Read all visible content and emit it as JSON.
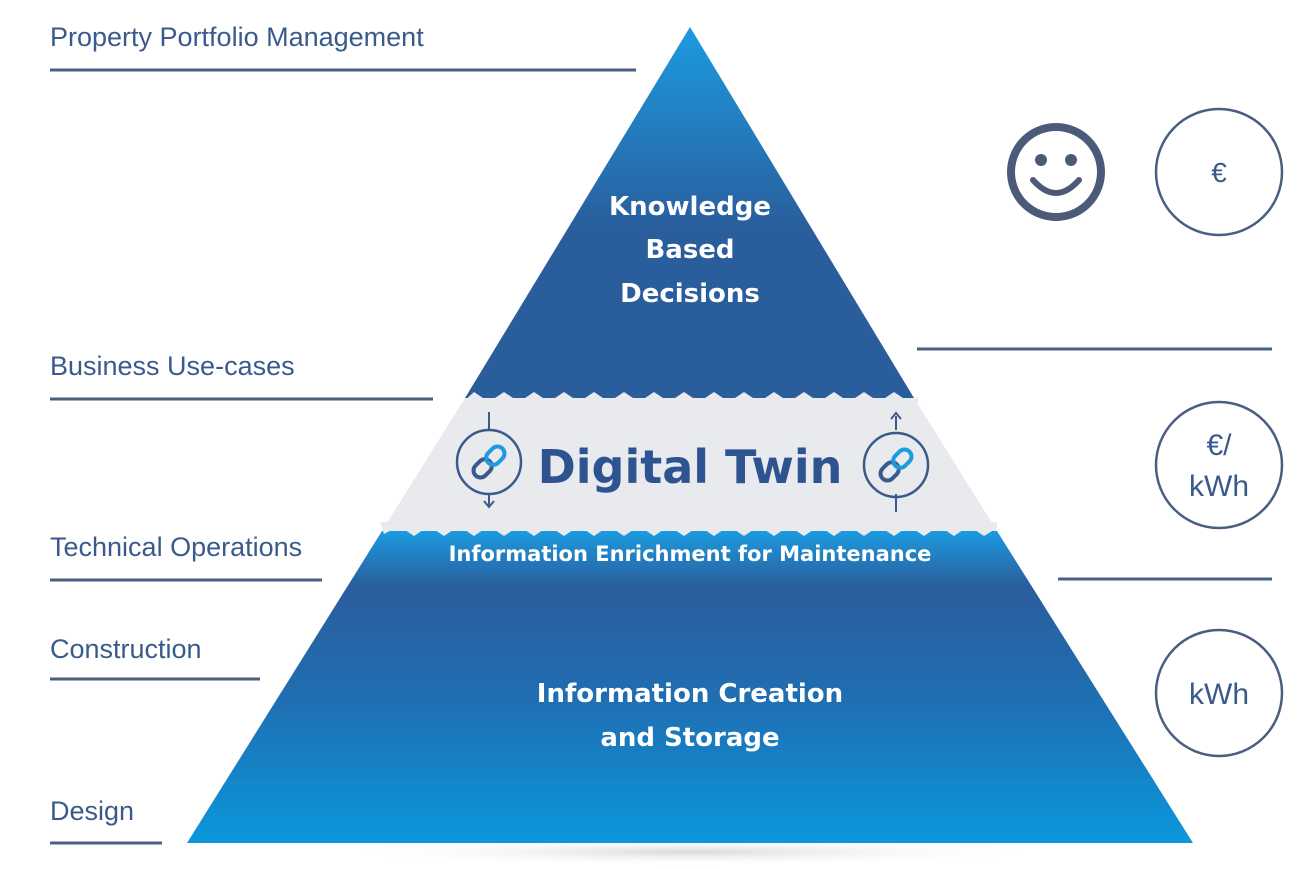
{
  "levels": {
    "property_portfolio": "Property Portfolio Management",
    "business_use_cases": "Business Use-cases",
    "technical_operations": "Technical Operations",
    "construction": "Construction",
    "design": "Design"
  },
  "pyramid": {
    "top_line1": "Knowledge",
    "top_line2": "Based",
    "top_line3": "Decisions",
    "middle_title": "Digital Twin",
    "enrichment": "Information Enrichment for Maintenance",
    "bottom_line1": "Information Creation",
    "bottom_line2": "and Storage"
  },
  "indicators": {
    "smiley": "smiley-icon",
    "euro": "€",
    "euro_per_kwh_line1": "€/",
    "euro_per_kwh_line2": "kWh",
    "kwh": "kWh"
  },
  "colors": {
    "pyramid_dark": "#2a5d9c",
    "pyramid_light": "#0a8fd6",
    "band": "#e8eaee",
    "label_text": "#3b5a8c",
    "divider": "#4a5f80"
  }
}
